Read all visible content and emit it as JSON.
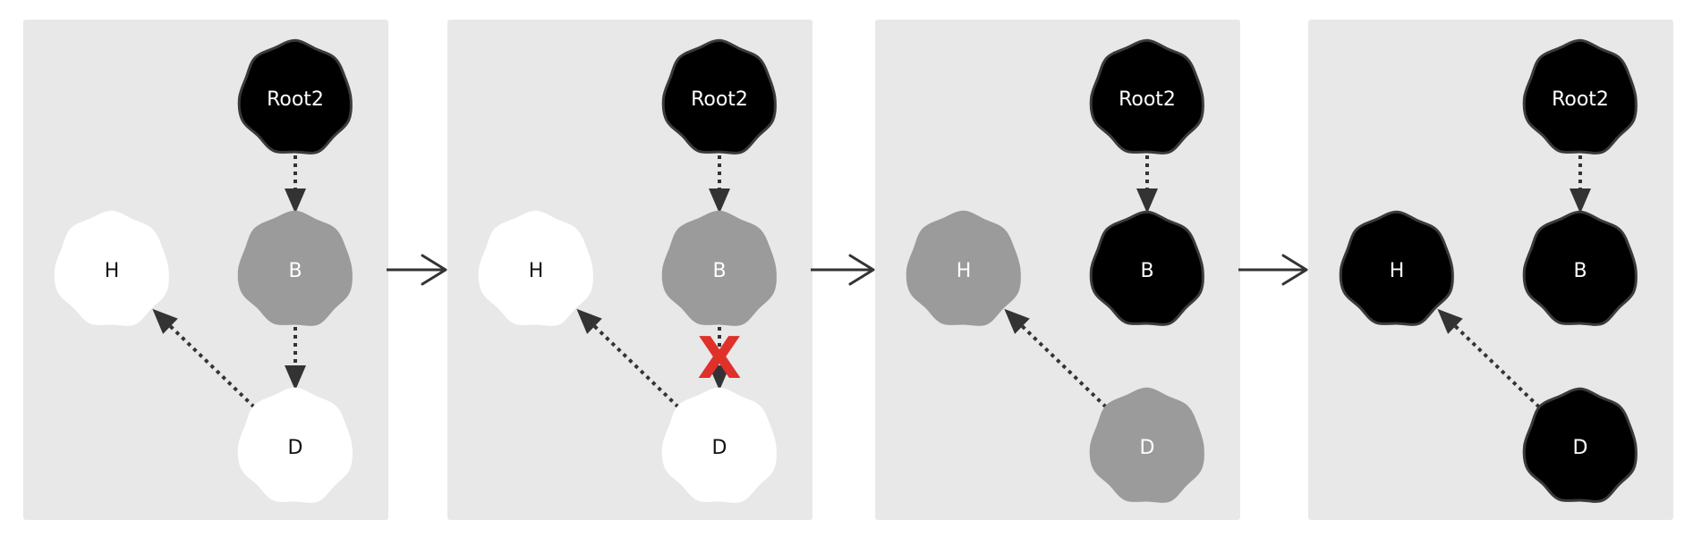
{
  "colors": {
    "panel_bg": "#e8e8e8",
    "black": "#000000",
    "gray": "#9b9b9b",
    "white": "#ffffff",
    "edge": "#333333",
    "cross": "#e0302a"
  },
  "panels": [
    {
      "nodes": [
        {
          "id": "root2",
          "label": "Root2",
          "color": "black"
        },
        {
          "id": "H",
          "label": "H",
          "color": "white"
        },
        {
          "id": "B",
          "label": "B",
          "color": "gray"
        },
        {
          "id": "D",
          "label": "D",
          "color": "white"
        }
      ],
      "edges": [
        {
          "from": "root2",
          "to": "B",
          "cut": false
        },
        {
          "from": "B",
          "to": "D",
          "cut": false
        },
        {
          "from": "D",
          "to": "H",
          "cut": false
        }
      ]
    },
    {
      "nodes": [
        {
          "id": "root2",
          "label": "Root2",
          "color": "black"
        },
        {
          "id": "H",
          "label": "H",
          "color": "white"
        },
        {
          "id": "B",
          "label": "B",
          "color": "gray"
        },
        {
          "id": "D",
          "label": "D",
          "color": "white"
        }
      ],
      "edges": [
        {
          "from": "root2",
          "to": "B",
          "cut": false
        },
        {
          "from": "B",
          "to": "D",
          "cut": true,
          "cut_label": "X"
        },
        {
          "from": "D",
          "to": "H",
          "cut": false
        }
      ]
    },
    {
      "nodes": [
        {
          "id": "root2",
          "label": "Root2",
          "color": "black"
        },
        {
          "id": "H",
          "label": "H",
          "color": "gray"
        },
        {
          "id": "B",
          "label": "B",
          "color": "black"
        },
        {
          "id": "D",
          "label": "D",
          "color": "gray"
        }
      ],
      "edges": [
        {
          "from": "root2",
          "to": "B",
          "cut": false
        },
        {
          "from": "D",
          "to": "H",
          "cut": false
        }
      ]
    },
    {
      "nodes": [
        {
          "id": "root2",
          "label": "Root2",
          "color": "black"
        },
        {
          "id": "H",
          "label": "H",
          "color": "black"
        },
        {
          "id": "B",
          "label": "B",
          "color": "black"
        },
        {
          "id": "D",
          "label": "D",
          "color": "black"
        }
      ],
      "edges": [
        {
          "from": "root2",
          "to": "B",
          "cut": false
        },
        {
          "from": "D",
          "to": "H",
          "cut": false
        }
      ]
    }
  ]
}
